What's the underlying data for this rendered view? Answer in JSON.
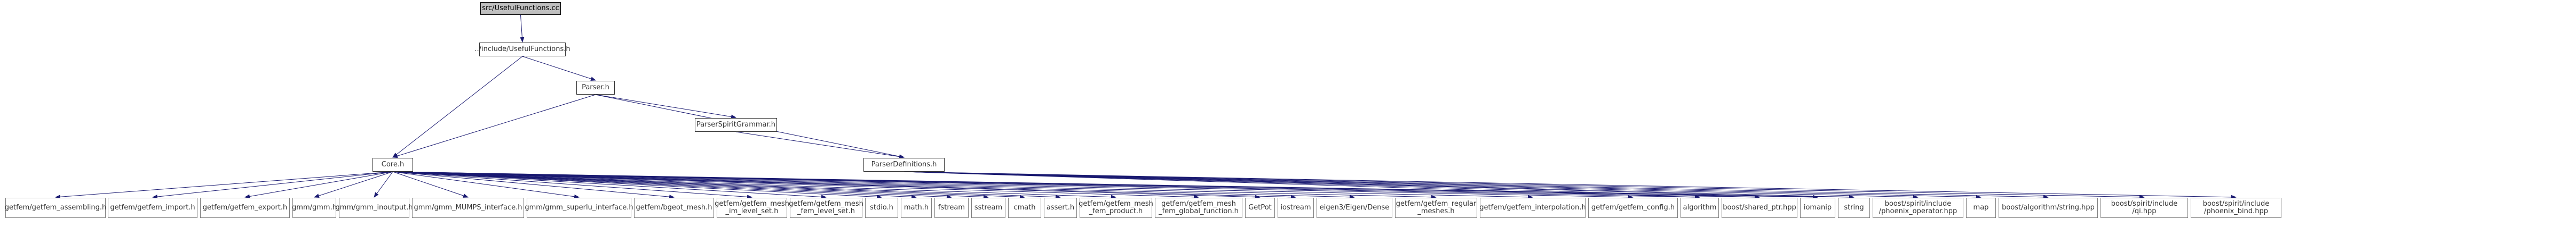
{
  "nodes": [
    {
      "id": "root",
      "label": "src/UsefulFunctions.cc",
      "kind": "root"
    },
    {
      "id": "useful_h",
      "label": "../include/UsefulFunctions.h",
      "kind": "header"
    },
    {
      "id": "parser_h",
      "label": "Parser.h",
      "kind": "header"
    },
    {
      "id": "grammar_h",
      "label": "ParserSpiritGrammar.h",
      "kind": "header"
    },
    {
      "id": "defs_h",
      "label": "ParserDefinitions.h",
      "kind": "header"
    },
    {
      "id": "core_h",
      "label": "Core.h",
      "kind": "header"
    },
    {
      "id": "l1",
      "label": "getfem/getfem_assembling.h",
      "kind": "leaf"
    },
    {
      "id": "l2",
      "label": "getfem/getfem_import.h",
      "kind": "leaf"
    },
    {
      "id": "l3",
      "label": "getfem/getfem_export.h",
      "kind": "leaf"
    },
    {
      "id": "l4",
      "label": "gmm/gmm.h",
      "kind": "leaf"
    },
    {
      "id": "l5",
      "label": "gmm/gmm_inoutput.h",
      "kind": "leaf"
    },
    {
      "id": "l6",
      "label": "gmm/gmm_MUMPS_interface.h",
      "kind": "leaf"
    },
    {
      "id": "l7",
      "label": "gmm/gmm_superlu_interface.h",
      "kind": "leaf"
    },
    {
      "id": "l8",
      "label": "getfem/bgeot_mesh.h",
      "kind": "leaf"
    },
    {
      "id": "l9",
      "label": "getfem/getfem_mesh\n_im_level_set.h",
      "kind": "leaf"
    },
    {
      "id": "l10",
      "label": "getfem/getfem_mesh\n_fem_level_set.h",
      "kind": "leaf"
    },
    {
      "id": "l11",
      "label": "stdio.h",
      "kind": "leaf"
    },
    {
      "id": "l12",
      "label": "math.h",
      "kind": "leaf"
    },
    {
      "id": "l13",
      "label": "fstream",
      "kind": "leaf"
    },
    {
      "id": "l14",
      "label": "sstream",
      "kind": "leaf"
    },
    {
      "id": "l15",
      "label": "cmath",
      "kind": "leaf"
    },
    {
      "id": "l16",
      "label": "assert.h",
      "kind": "leaf"
    },
    {
      "id": "l17",
      "label": "getfem/getfem_mesh\n_fem_product.h",
      "kind": "leaf"
    },
    {
      "id": "l18",
      "label": "getfem/getfem_mesh\n_fem_global_function.h",
      "kind": "leaf"
    },
    {
      "id": "l19",
      "label": "GetPot",
      "kind": "leaf"
    },
    {
      "id": "l20",
      "label": "iostream",
      "kind": "leaf"
    },
    {
      "id": "l21",
      "label": "eigen3/Eigen/Dense",
      "kind": "leaf"
    },
    {
      "id": "l22",
      "label": "getfem/getfem_regular\n_meshes.h",
      "kind": "leaf"
    },
    {
      "id": "l23",
      "label": "getfem/getfem_interpolation.h",
      "kind": "leaf"
    },
    {
      "id": "l24",
      "label": "getfem/getfem_config.h",
      "kind": "leaf"
    },
    {
      "id": "l25",
      "label": "algorithm",
      "kind": "leaf"
    },
    {
      "id": "l26",
      "label": "boost/shared_ptr.hpp",
      "kind": "leaf"
    },
    {
      "id": "l27",
      "label": "iomanip",
      "kind": "leaf"
    },
    {
      "id": "l28",
      "label": "string",
      "kind": "leaf"
    },
    {
      "id": "l29",
      "label": "boost/spirit/include\n/phoenix_operator.hpp",
      "kind": "leaf"
    },
    {
      "id": "l30",
      "label": "map",
      "kind": "leaf"
    },
    {
      "id": "l31",
      "label": "boost/algorithm/string.hpp",
      "kind": "leaf"
    },
    {
      "id": "l32",
      "label": "boost/spirit/include\n/qi.hpp",
      "kind": "leaf"
    },
    {
      "id": "l33",
      "label": "boost/spirit/include\n/phoenix_bind.hpp",
      "kind": "leaf"
    }
  ],
  "edges": [
    [
      "root",
      "useful_h"
    ],
    [
      "useful_h",
      "core_h"
    ],
    [
      "useful_h",
      "parser_h"
    ],
    [
      "parser_h",
      "core_h"
    ],
    [
      "parser_h",
      "grammar_h"
    ],
    [
      "parser_h",
      "defs_h"
    ],
    [
      "grammar_h",
      "defs_h"
    ],
    [
      "core_h",
      "l1"
    ],
    [
      "core_h",
      "l2"
    ],
    [
      "core_h",
      "l3"
    ],
    [
      "core_h",
      "l4"
    ],
    [
      "core_h",
      "l5"
    ],
    [
      "core_h",
      "l6"
    ],
    [
      "core_h",
      "l7"
    ],
    [
      "core_h",
      "l8"
    ],
    [
      "core_h",
      "l9"
    ],
    [
      "core_h",
      "l10"
    ],
    [
      "core_h",
      "l11"
    ],
    [
      "core_h",
      "l12"
    ],
    [
      "core_h",
      "l13"
    ],
    [
      "core_h",
      "l14"
    ],
    [
      "core_h",
      "l15"
    ],
    [
      "core_h",
      "l16"
    ],
    [
      "core_h",
      "l17"
    ],
    [
      "core_h",
      "l18"
    ],
    [
      "core_h",
      "l19"
    ],
    [
      "core_h",
      "l20"
    ],
    [
      "core_h",
      "l21"
    ],
    [
      "core_h",
      "l22"
    ],
    [
      "core_h",
      "l23"
    ],
    [
      "core_h",
      "l24"
    ],
    [
      "core_h",
      "l25"
    ],
    [
      "core_h",
      "l26"
    ],
    [
      "core_h",
      "l27"
    ],
    [
      "core_h",
      "l28"
    ],
    [
      "defs_h",
      "l25"
    ],
    [
      "defs_h",
      "l26"
    ],
    [
      "defs_h",
      "l27"
    ],
    [
      "defs_h",
      "l28"
    ],
    [
      "defs_h",
      "l29"
    ],
    [
      "defs_h",
      "l30"
    ],
    [
      "defs_h",
      "l31"
    ],
    [
      "defs_h",
      "l32"
    ],
    [
      "defs_h",
      "l33"
    ]
  ],
  "colors": {
    "edge": "#191970",
    "root_fill": "#bfbfbf"
  }
}
